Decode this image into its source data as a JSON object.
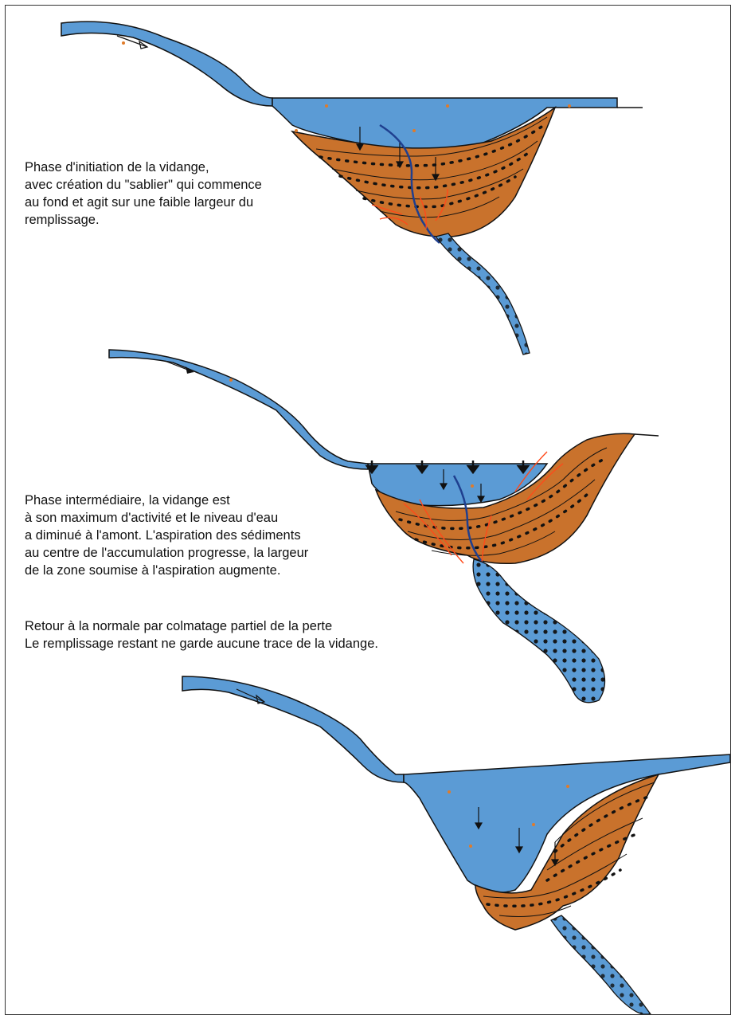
{
  "panels": [
    {
      "id": "phase-initiation",
      "caption": [
        "Phase d'initiation de la vidange,",
        "avec création du \"sablier\" qui commence",
        "au fond et agit sur une faible largeur du",
        "remplissage."
      ]
    },
    {
      "id": "phase-intermediaire",
      "caption": [
        "Phase intermédiaire, la vidange est",
        "à son maximum d'activité et le niveau d'eau",
        "a diminué à l'amont. L'aspiration des sédiments",
        "au centre de l'accumulation progresse, la largeur",
        "de la zone soumise à l'aspiration augmente."
      ]
    },
    {
      "id": "phase-retour",
      "caption": [
        "Retour à la normale par colmatage partiel de la perte",
        "Le remplissage restant ne garde aucune trace de la vidange."
      ]
    }
  ],
  "colors": {
    "water": "#5b9bd5",
    "sediment": "#c9722c",
    "outline": "#111111",
    "dark_flow": "#1f3f8f",
    "fracture": "#ff4a1a",
    "marker": "#e07b2a"
  }
}
